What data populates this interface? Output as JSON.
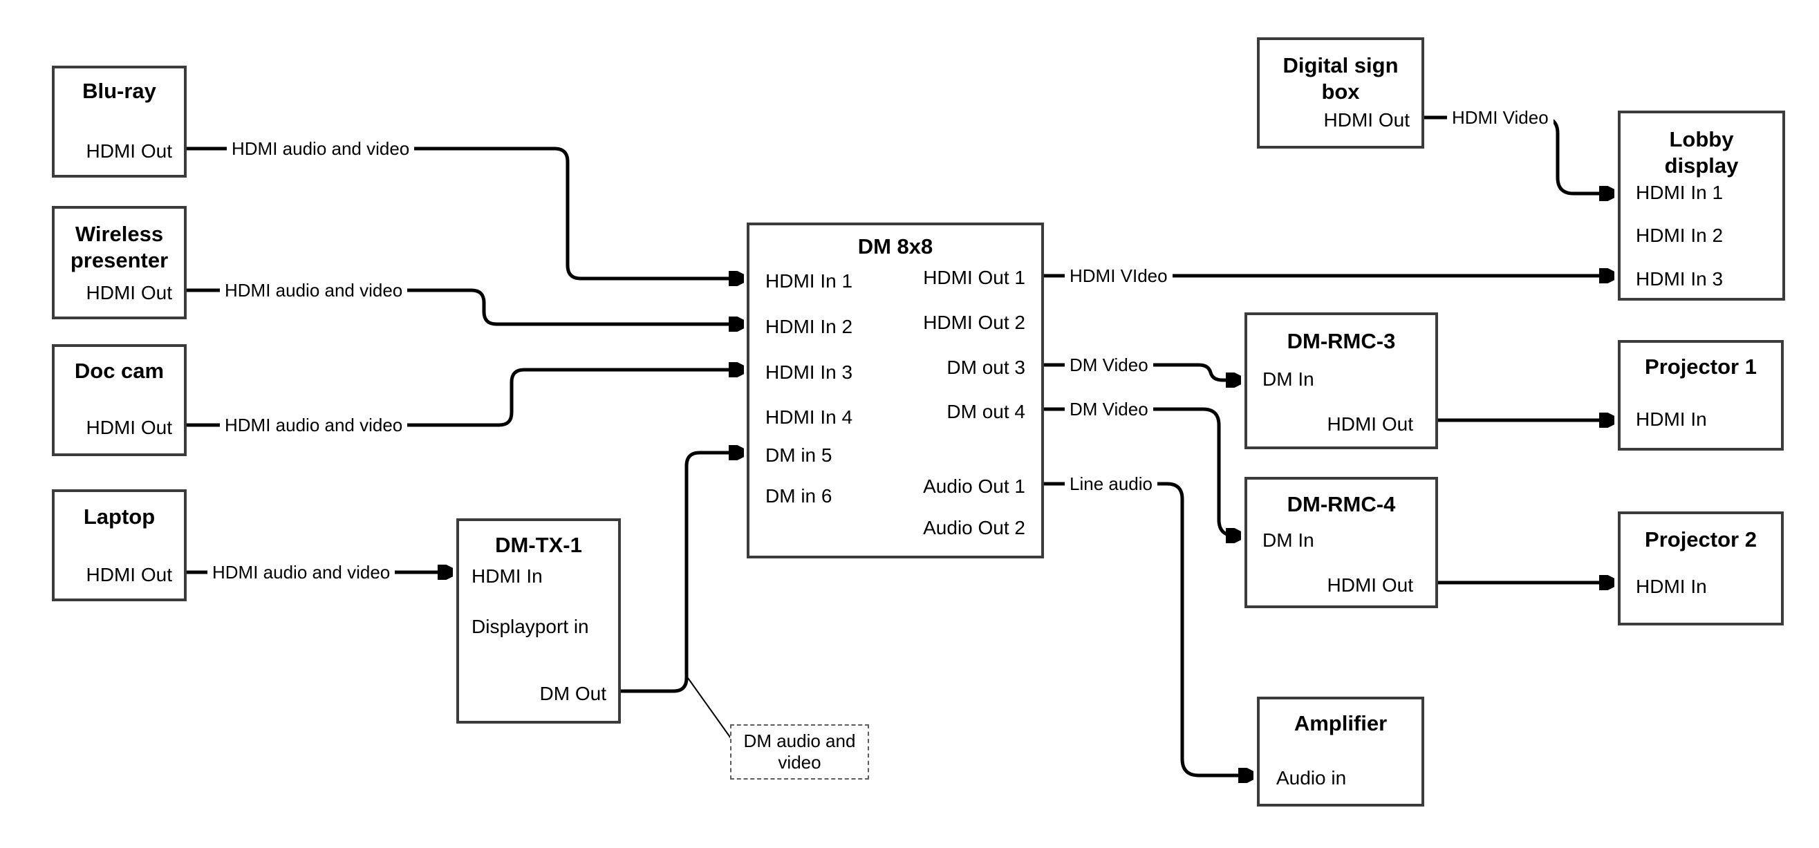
{
  "diagram": {
    "type": "av-signal-flow",
    "colors": {
      "background": "#ffffff",
      "box_border": "#3b3b3b",
      "wire": "#000000",
      "text": "#000000",
      "note_border": "#5b5b5b"
    },
    "nodes": [
      {
        "id": "blu-ray",
        "title_lines": [
          "Blu-ray"
        ],
        "ports": [
          {
            "label": "HDMI Out"
          }
        ]
      },
      {
        "id": "wireless-presenter",
        "title_lines": [
          "Wireless",
          "presenter"
        ],
        "ports": [
          {
            "label": "HDMI Out"
          }
        ]
      },
      {
        "id": "doc-cam",
        "title_lines": [
          "Doc cam"
        ],
        "ports": [
          {
            "label": "HDMI Out"
          }
        ]
      },
      {
        "id": "laptop",
        "title_lines": [
          "Laptop"
        ],
        "ports": [
          {
            "label": "HDMI Out"
          }
        ]
      },
      {
        "id": "dm-tx-1",
        "title_lines": [
          "DM-TX-1"
        ],
        "ports": [
          {
            "label": "HDMI In"
          },
          {
            "label": "Displayport in"
          },
          {
            "label": "DM Out"
          }
        ]
      },
      {
        "id": "dm-8x8",
        "title_lines": [
          "DM 8x8"
        ],
        "ports": [
          {
            "label": "HDMI In 1"
          },
          {
            "label": "HDMI In 2"
          },
          {
            "label": "HDMI In 3"
          },
          {
            "label": "HDMI In 4"
          },
          {
            "label": "DM in 5"
          },
          {
            "label": "DM in 6"
          },
          {
            "label": "HDMI Out 1"
          },
          {
            "label": "HDMI Out 2"
          },
          {
            "label": "DM out 3"
          },
          {
            "label": "DM out 4"
          },
          {
            "label": "Audio Out 1"
          },
          {
            "label": "Audio Out 2"
          }
        ]
      },
      {
        "id": "digital-sign-box",
        "title_lines": [
          "Digital sign",
          "box"
        ],
        "ports": [
          {
            "label": "HDMI Out"
          }
        ]
      },
      {
        "id": "lobby-display",
        "title_lines": [
          "Lobby",
          "display"
        ],
        "ports": [
          {
            "label": "HDMI In 1"
          },
          {
            "label": "HDMI In 2"
          },
          {
            "label": "HDMI In 3"
          }
        ]
      },
      {
        "id": "dm-rmc-3",
        "title_lines": [
          "DM-RMC-3"
        ],
        "ports": [
          {
            "label": "DM In"
          },
          {
            "label": "HDMI Out"
          }
        ]
      },
      {
        "id": "dm-rmc-4",
        "title_lines": [
          "DM-RMC-4"
        ],
        "ports": [
          {
            "label": "DM In"
          },
          {
            "label": "HDMI Out"
          }
        ]
      },
      {
        "id": "projector-1",
        "title_lines": [
          "Projector 1"
        ],
        "ports": [
          {
            "label": "HDMI In"
          }
        ]
      },
      {
        "id": "projector-2",
        "title_lines": [
          "Projector 2"
        ],
        "ports": [
          {
            "label": "HDMI In"
          }
        ]
      },
      {
        "id": "amplifier",
        "title_lines": [
          "Amplifier"
        ],
        "ports": [
          {
            "label": "Audio in"
          }
        ]
      }
    ],
    "connections": [
      {
        "from": "Blu-ray HDMI Out",
        "to": "DM 8x8 HDMI In 1",
        "label": "HDMI audio and video"
      },
      {
        "from": "Wireless presenter HDMI Out",
        "to": "DM 8x8 HDMI In 2",
        "label": "HDMI audio and video"
      },
      {
        "from": "Doc cam HDMI Out",
        "to": "DM 8x8 HDMI In 3",
        "label": "HDMI audio and video"
      },
      {
        "from": "Laptop HDMI Out",
        "to": "DM-TX-1 HDMI In",
        "label": "HDMI audio and video"
      },
      {
        "from": "DM-TX-1 DM Out",
        "to": "DM 8x8 DM in 5",
        "label": ""
      },
      {
        "from": "DM 8x8 HDMI Out 1",
        "to": "Lobby display HDMI In 3",
        "label": "HDMI VIdeo"
      },
      {
        "from": "DM 8x8 DM out 3",
        "to": "DM-RMC-3 DM In",
        "label": "DM Video"
      },
      {
        "from": "DM 8x8 DM out 4",
        "to": "DM-RMC-4 DM In",
        "label": "DM Video"
      },
      {
        "from": "DM 8x8 Audio Out 1",
        "to": "Amplifier Audio in",
        "label": "Line audio"
      },
      {
        "from": "Digital sign box HDMI Out",
        "to": "Lobby display HDMI In 1",
        "label": "HDMI Video"
      },
      {
        "from": "DM-RMC-3 HDMI Out",
        "to": "Projector 1 HDMI In",
        "label": ""
      },
      {
        "from": "DM-RMC-4 HDMI Out",
        "to": "Projector 2 HDMI In",
        "label": ""
      }
    ],
    "note": {
      "lines": [
        "DM audio and",
        "video"
      ]
    }
  }
}
